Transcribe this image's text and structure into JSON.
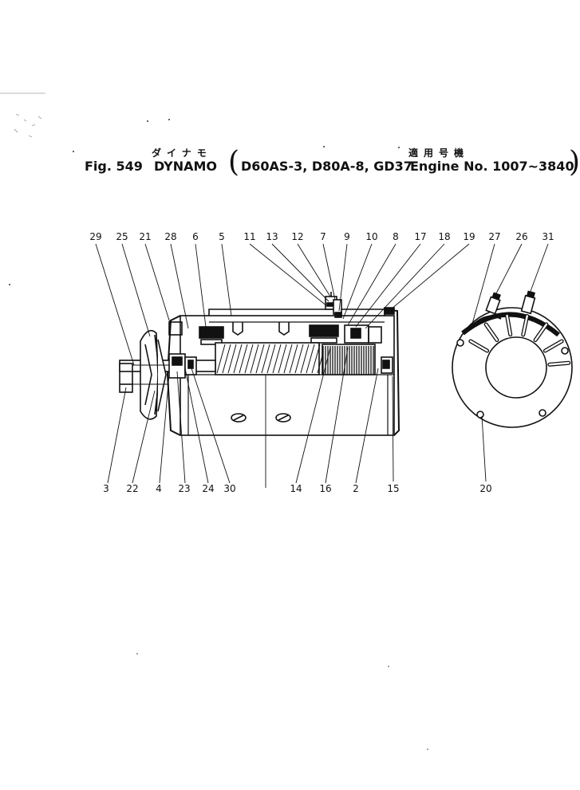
{
  "header": {
    "jp_part_name": "ダイナモ",
    "jp_applicable": "適用号機",
    "fig_label": "Fig. 549",
    "part_name": "DYNAMO",
    "models": "D60AS-3, D80A-8, GD37",
    "engine_range": "Engine No. 1007~3840"
  },
  "callouts_top": [
    "29",
    "25",
    "21",
    "28",
    "6",
    "5",
    "11",
    "13",
    "12",
    "7",
    "9",
    "10",
    "8",
    "17",
    "18",
    "19",
    "27",
    "26",
    "31"
  ],
  "callouts_bottom": [
    "3",
    "22",
    "4",
    "23",
    "24",
    "30",
    "14",
    "16",
    "2",
    "15",
    "20"
  ],
  "colors": {
    "ink": "#111111",
    "paper": "#ffffff"
  }
}
